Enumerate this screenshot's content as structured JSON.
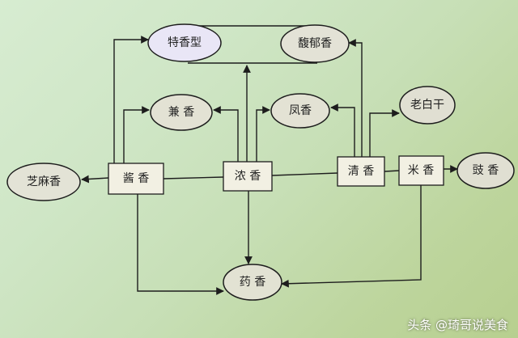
{
  "nodes": {
    "texiang": "特香型",
    "fuyu": "馥郁香",
    "jian": "兼 香",
    "feng": "凤香",
    "laobaigan": "老白干",
    "zhima": "芝麻香",
    "jiang": "酱 香",
    "nong": "浓 香",
    "qing": "清 香",
    "mi": "米 香",
    "chi": "豉 香",
    "yao": "药 香"
  },
  "watermark": {
    "brand": "头条",
    "handle": "@琦哥说美食"
  }
}
